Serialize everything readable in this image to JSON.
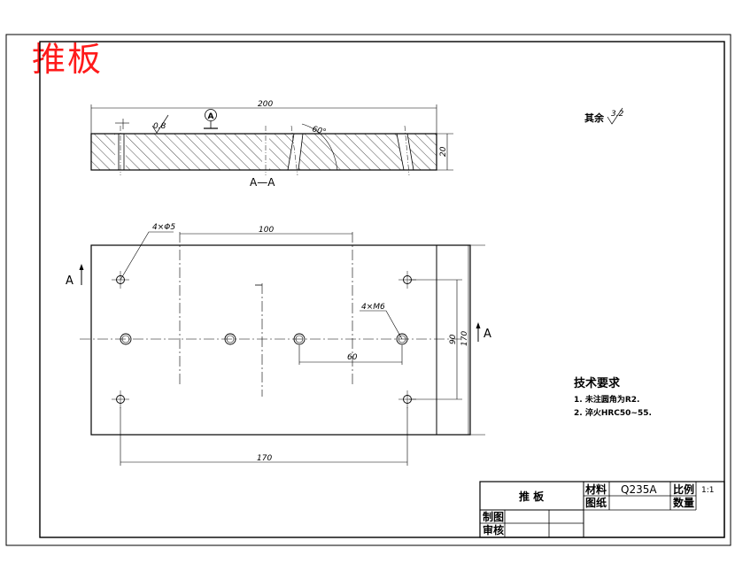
{
  "title": "推板",
  "top_view": {
    "length_dim": "200",
    "thickness_dim": "20",
    "datum": "A",
    "section_label": "A—A",
    "roughness_1": "0.8",
    "angle_dim": "60°"
  },
  "plan_view": {
    "hole_callout_1": "4×Φ5",
    "hole_callout_2": "4×M6",
    "dim_100": "100",
    "dim_60": "60",
    "dim_170_bottom": "170",
    "dim_90": "90",
    "dim_170_right": "170",
    "section_mark": "A"
  },
  "roughness_note": {
    "label": "其余",
    "value": "3.2"
  },
  "tech_requirements": {
    "heading": "技术要求",
    "items": [
      "1. 未注圆角为R2.",
      "2. 淬火HRC50~55."
    ]
  },
  "title_block": {
    "part_name": "推 板",
    "material_label": "材料",
    "material_value": "Q235A",
    "scale_label": "比例",
    "scale_value": "1:1",
    "drawing_no_label": "图纸",
    "qty_label": "数量",
    "drafted_label": "制图",
    "reviewed_label": "审核"
  }
}
